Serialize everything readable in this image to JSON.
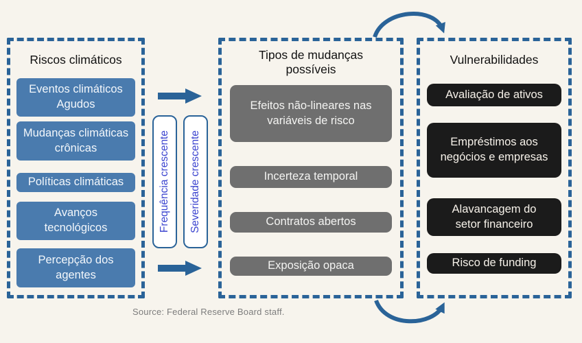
{
  "colors": {
    "background": "#f7f4ed",
    "accent": "#2a6398",
    "risk-box": "#4a7bae",
    "change-box": "#6f6f6f",
    "vuln-box": "#1b1b1b",
    "vuln-text": "#f6f1e9",
    "vertical-label": "#3b44cf",
    "source-text": "#7d7d7d"
  },
  "panels": {
    "risks": {
      "title": "Riscos climáticos",
      "items": [
        "Eventos climáticos Agudos",
        "Mudanças climáticas crônicas",
        "Políticas climáticas",
        "Avanços tecnológicos",
        "Percepção dos agentes"
      ]
    },
    "changes": {
      "title": "Tipos de mudanças possíveis",
      "items": [
        "Efeitos não-lineares nas variáveis de risco",
        "Incerteza temporal",
        "Contratos abertos",
        "Exposição opaca"
      ]
    },
    "vulnerabilities": {
      "title": "Vulnerabilidades",
      "items": [
        "Avaliação de ativos",
        "Empréstimos aos negócios e empresas",
        "Alavancagem do setor financeiro",
        "Risco de funding"
      ]
    }
  },
  "connectors": {
    "frequency_label": "Frequência crescente",
    "severity_label": "Severidade crescente",
    "icons": {
      "flow_arrows": "right-block-arrow",
      "top_feedback": "curved-arrow-down-right",
      "bottom_feedback": "curved-arrow-up-right"
    }
  },
  "source": {
    "text": "Source: Federal Reserve Board staff."
  }
}
